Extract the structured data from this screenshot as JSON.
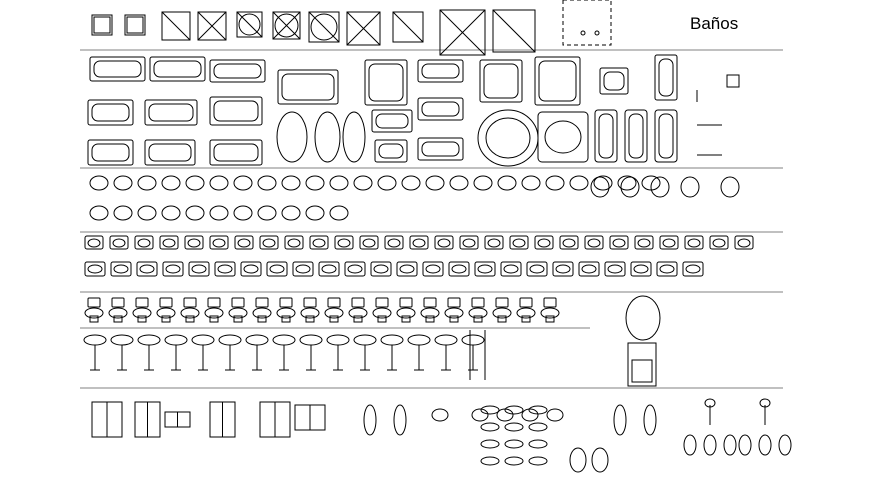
{
  "title": "Baños",
  "colors": {
    "linework": "#000000",
    "divider": "#808080",
    "background": "#ffffff"
  },
  "sections": [
    "floor-tiles-and-showers",
    "bathtubs",
    "bidets-and-toilets-plan",
    "sinks-plan",
    "toilets-elevation",
    "sinks-elevation",
    "details-and-urinals"
  ]
}
